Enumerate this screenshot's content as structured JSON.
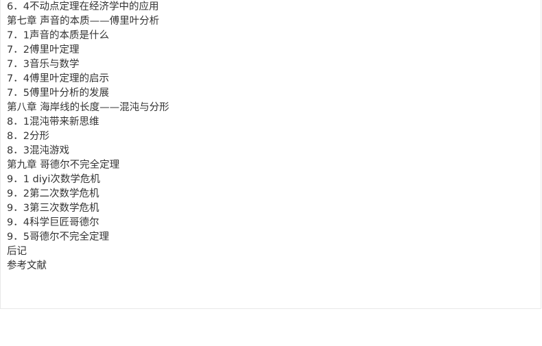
{
  "toc": {
    "lines": [
      "6．4不动点定理在经济学中的应用",
      "第七章 声音的本质——傅里叶分析",
      "7．1声音的本质是什么",
      "7．2傅里叶定理",
      "7．3音乐与数学",
      "7．4傅里叶定理的启示",
      "7．5傅里叶分析的发展",
      "第八章 海岸线的长度——混沌与分形",
      "8．1混沌带来新思维",
      "8．2分形",
      "8．3混沌游戏",
      "第九章 哥德尔不完全定理",
      "9．1 diyi次数学危机",
      "9．2第二次数学危机",
      "9．3第三次数学危机",
      "9．4科学巨匠哥德尔",
      "9．5哥德尔不完全定理",
      "后记",
      "参考文献"
    ]
  }
}
